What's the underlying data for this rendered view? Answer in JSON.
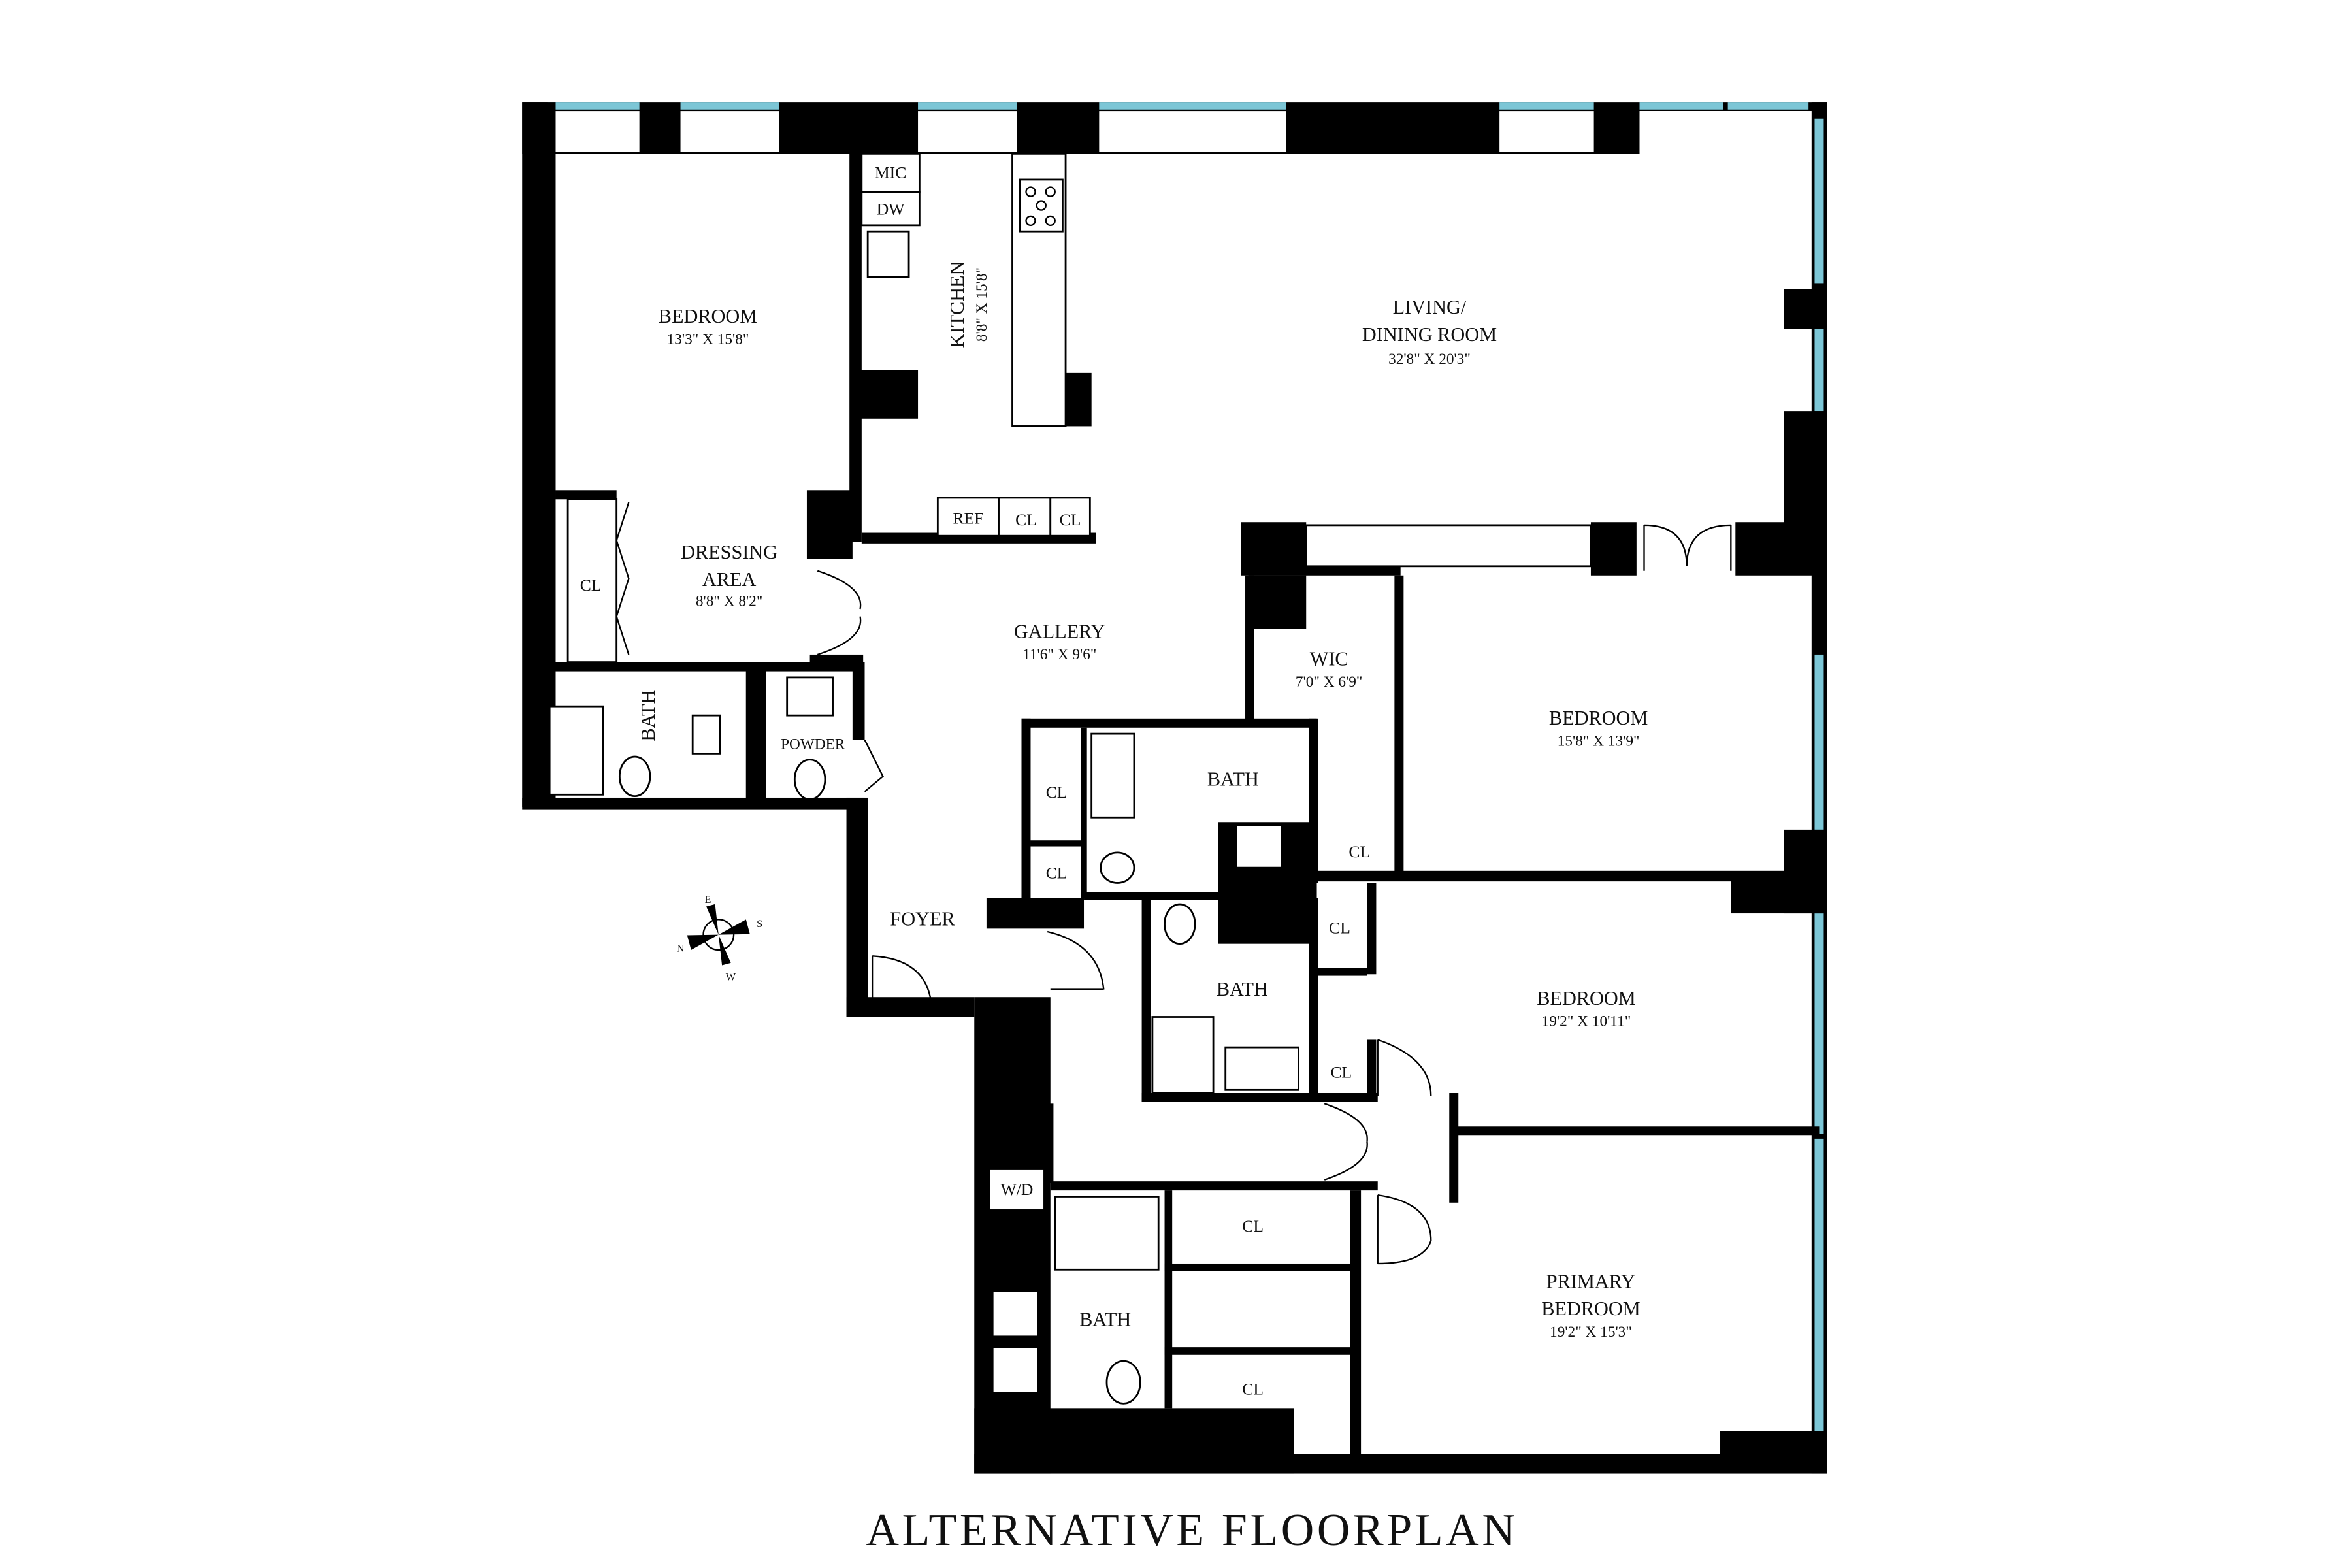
{
  "title": "ALTERNATIVE FLOORPLAN",
  "colors": {
    "wall": "#000000",
    "window": "#7cc6d6",
    "background": "#ffffff"
  },
  "rooms": {
    "bedroom_1": {
      "name": "BEDROOM",
      "dims": "13'3\" X 15'8\""
    },
    "kitchen": {
      "name": "KITCHEN",
      "dims": "8'8\" X 15'8\""
    },
    "living": {
      "name1": "LIVING/",
      "name2": "DINING ROOM",
      "dims": "32'8\" X 20'3\""
    },
    "dressing": {
      "name1": "DRESSING",
      "name2": "AREA",
      "dims": "8'8\" X 8'2\""
    },
    "gallery": {
      "name": "GALLERY",
      "dims": "11'6\" X 9'6\""
    },
    "wic": {
      "name": "WIC",
      "dims": "7'0\" X 6'9\""
    },
    "bedroom_2": {
      "name": "BEDROOM",
      "dims": "15'8\" X 13'9\""
    },
    "bath_1": {
      "name": "BATH"
    },
    "powder": {
      "name": "POWDER"
    },
    "bath_2": {
      "name": "BATH"
    },
    "foyer": {
      "name": "FOYER"
    },
    "bath_3": {
      "name": "BATH"
    },
    "bedroom_3": {
      "name": "BEDROOM",
      "dims": "19'2\" X 10'11\""
    },
    "bath_4": {
      "name": "BATH"
    },
    "primary": {
      "name1": "PRIMARY",
      "name2": "BEDROOM",
      "dims": "19'2\" X 15'3\""
    }
  },
  "fixtures": {
    "mic": "MIC",
    "dw": "DW",
    "ref": "REF",
    "cl": "CL",
    "wd": "W/D"
  },
  "compass": {
    "n": "N",
    "s": "S",
    "e": "E",
    "w": "W",
    "icon": "compass-rose-icon"
  }
}
